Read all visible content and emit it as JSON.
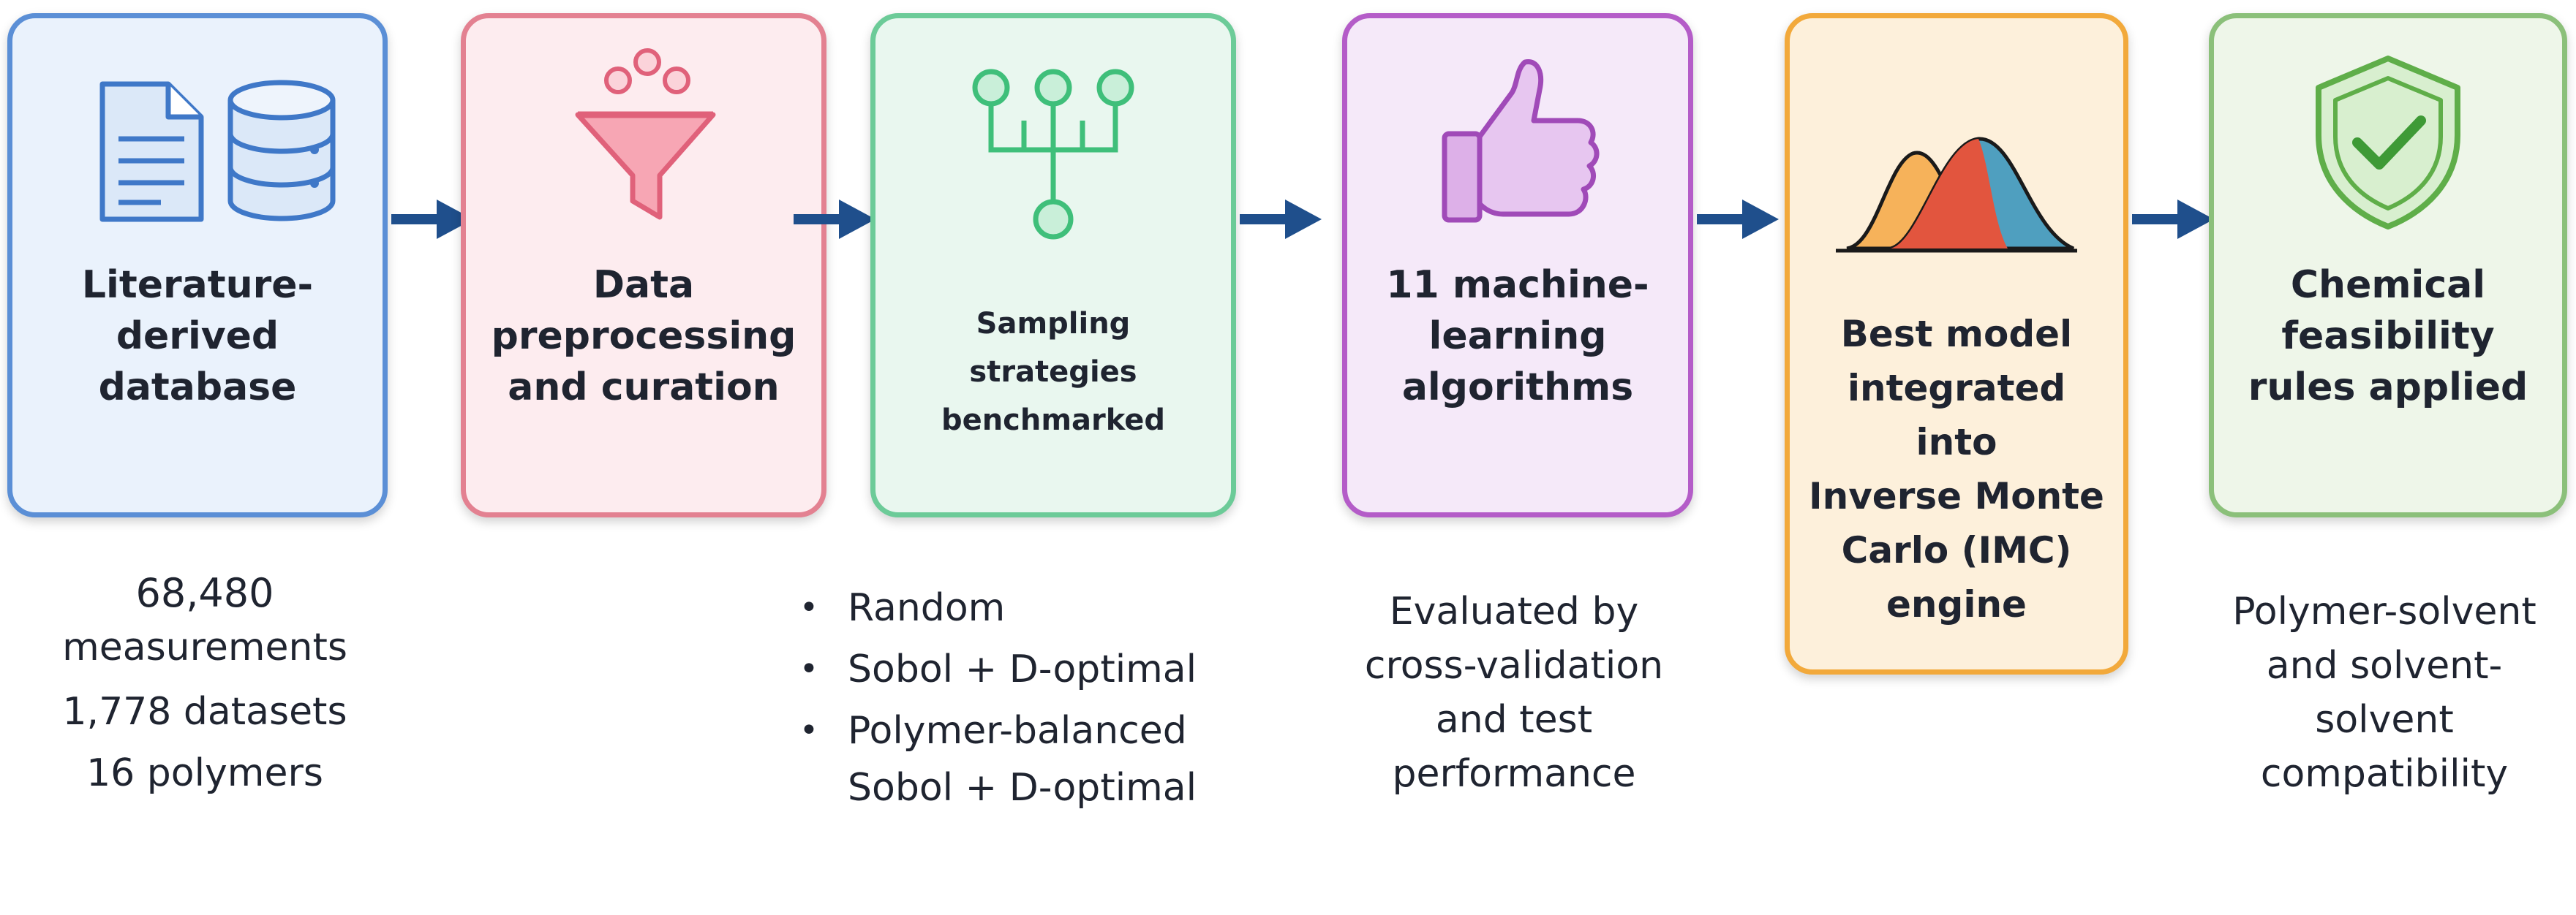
{
  "steps": [
    {
      "title": "Literature-\nderived\ndatabase",
      "icons": [
        "document-icon",
        "database-icon"
      ]
    },
    {
      "title": "Data\npreprocessing\nand curation",
      "icons": [
        "funnel-icon"
      ]
    },
    {
      "title": "Sampling strategies\nbenchmarked",
      "icons": [
        "sampling-tree-icon"
      ]
    },
    {
      "title": "11 machine-\nlearning\nalgorithms",
      "icons": [
        "thumbs-up-icon"
      ]
    },
    {
      "title": "Best model\nintegrated into\nInverse Monte\nCarlo (IMC)\nengine",
      "icons": [
        "distribution-curves-icon"
      ]
    },
    {
      "title": "Chemical\nfeasibility\nrules applied",
      "icons": [
        "shield-check-icon"
      ]
    }
  ],
  "database_stats": [
    "68,480",
    "measurements",
    "1,778 datasets",
    "16 polymers"
  ],
  "sampling_bullets": [
    "Random",
    "Sobol + D-optimal",
    "Polymer-balanced",
    "Sobol + D-optimal"
  ],
  "ml_evaluation": [
    "Evaluated by",
    "cross-validation",
    "and test",
    "performance"
  ],
  "feasibility_notes": [
    "Polymer-solvent",
    "and solvent-",
    "solvent",
    "compatibility"
  ],
  "colors": {
    "blue": "#5b8fd6",
    "blue_fill": "#eaf2fc",
    "red": "#e38191",
    "red_fill": "#fdecef",
    "green": "#6ccb98",
    "green_fill": "#e9f7ef",
    "purple": "#b45cc8",
    "purple_fill": "#f5e9f9",
    "orange": "#f2a93b",
    "orange_fill": "#fdf0db",
    "lime": "#8bc07a",
    "lime_fill": "#eef6e9",
    "arrow": "#1f4f8c"
  }
}
